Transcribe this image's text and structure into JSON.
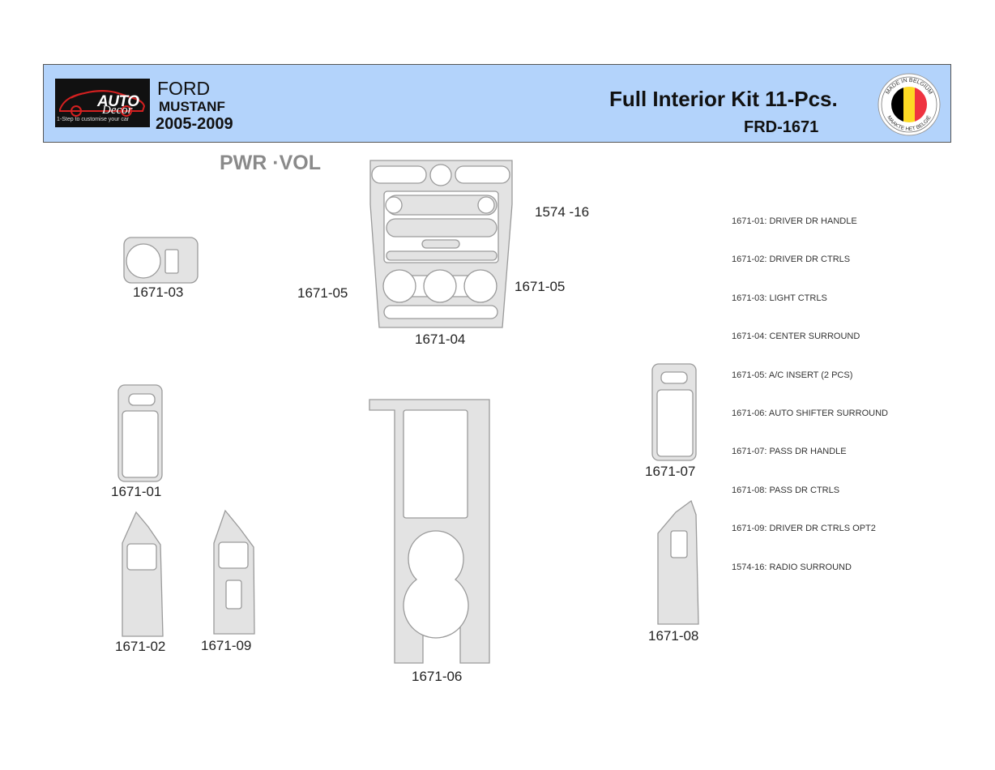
{
  "header": {
    "logo_word": "AUTO",
    "logo_word2": "Decor",
    "logo_tagline": "1-Step to customise your car",
    "make": "FORD",
    "model": "MUSTANF",
    "years": "2005-2009",
    "kit_title": "Full Interior Kit 11-Pcs.",
    "kit_code": "FRD-1671",
    "badge_top": "MADE IN BELGIUM",
    "badge_bottom": "MAAKTE HET BELGIË",
    "flag_colors": [
      "#000000",
      "#fdda24",
      "#ef3340"
    ]
  },
  "diagram": {
    "annotation": "PWR ·VOL",
    "part_labels": {
      "p03": "1671-03",
      "p05_left": "1671-05",
      "p05_right": "1671-05",
      "p04": "1671-04",
      "radio": "1574 -16",
      "p01": "1671-01",
      "p07": "1671-07",
      "p02": "1671-02",
      "p09": "1671-09",
      "p06": "1671-06",
      "p08": "1671-08"
    }
  },
  "legend": [
    "1671-01: DRIVER DR HANDLE",
    "1671-02: DRIVER DR CTRLS",
    "1671-03: LIGHT CTRLS",
    "1671-04: CENTER SURROUND",
    "1671-05: A/C INSERT (2 PCS)",
    "1671-06: AUTO SHIFTER SURROUND",
    "1671-07: PASS DR HANDLE",
    "1671-08: PASS DR CTRLS",
    "1671-09: DRIVER DR CTRLS OPT2",
    "1574-16: RADIO SURROUND"
  ]
}
